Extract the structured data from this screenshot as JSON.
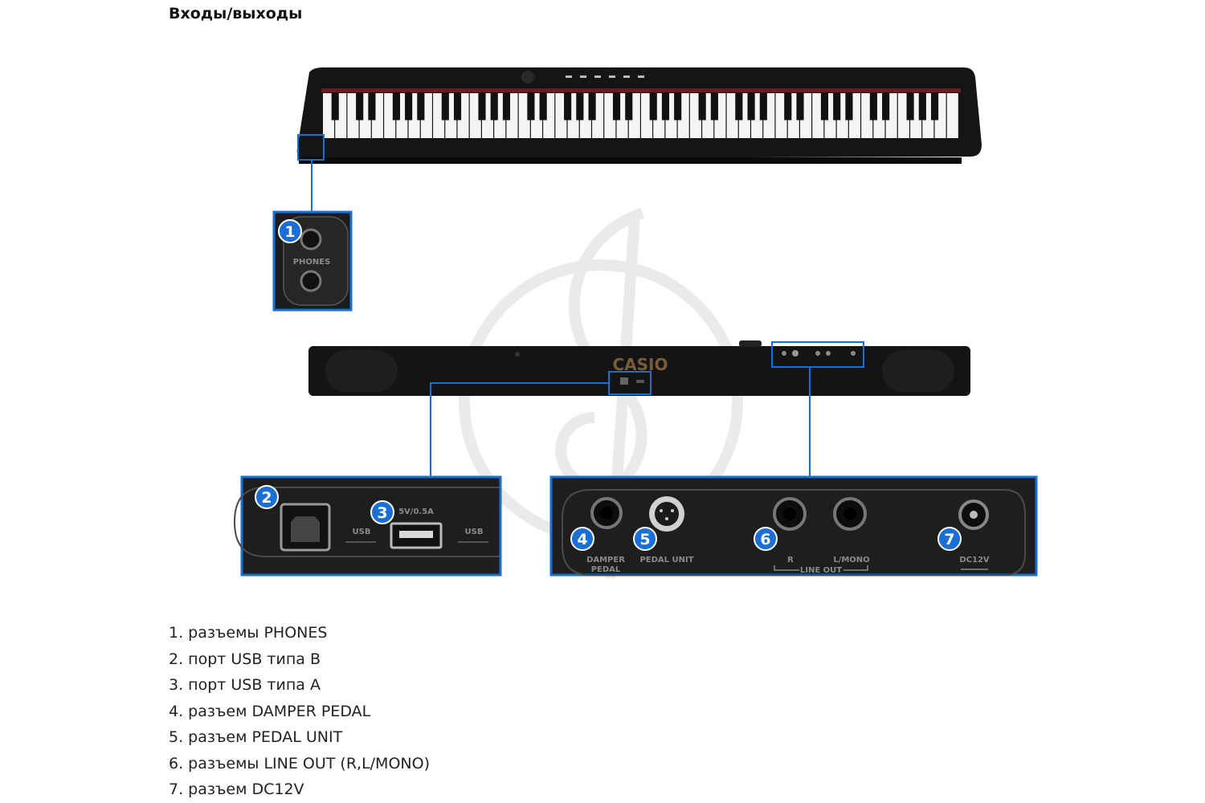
{
  "heading": "Входы/выходы",
  "colors": {
    "callout": "#1a6fd6",
    "panel": "#1b1b1b",
    "casio_logo": "#7a5c38"
  },
  "keyboard": {
    "white_keys": 52
  },
  "callouts": [
    {
      "number": "1",
      "labels": [
        "PHONES"
      ]
    },
    {
      "number": "2",
      "labels": [
        "USB"
      ]
    },
    {
      "number": "3",
      "labels": [
        "5V/0.5A",
        "USB"
      ]
    },
    {
      "number": "4",
      "labels": [
        "DAMPER",
        "PEDAL"
      ]
    },
    {
      "number": "5",
      "labels": [
        "PEDAL UNIT"
      ]
    },
    {
      "number": "6",
      "labels": [
        "R",
        "L/MONO",
        "LINE OUT"
      ]
    },
    {
      "number": "7",
      "labels": [
        "DC12V"
      ]
    }
  ],
  "brand": "CASIO",
  "legend": [
    "1. разъемы PHONES",
    "2. порт USB типа B",
    "3. порт USB типа A",
    "4. разъем DAMPER PEDAL",
    "5. разъем PEDAL UNIT",
    "6. разъемы LINE OUT (R,L/MONO)",
    "7. разъем DC12V"
  ]
}
